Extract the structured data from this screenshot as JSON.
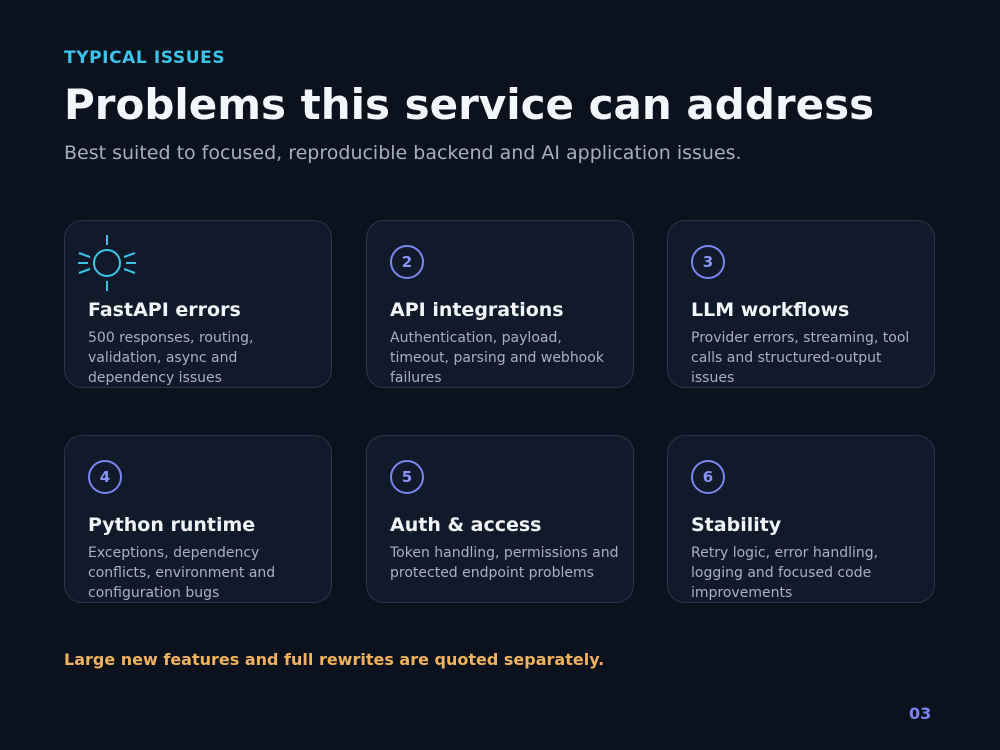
{
  "eyebrow": "TYPICAL ISSUES",
  "title": "Problems this service can address",
  "subtitle": "Best suited to focused, reproducible backend and AI application issues.",
  "cards": [
    {
      "badge": "",
      "icon": "sun-icon",
      "title": "FastAPI errors",
      "description": "500 responses, routing, validation, async and dependency issues"
    },
    {
      "badge": "2",
      "title": "API integrations",
      "description": "Authentication, payload, timeout, parsing and webhook failures"
    },
    {
      "badge": "3",
      "title": "LLM workflows",
      "description": "Provider errors, streaming, tool calls and structured-output issues"
    },
    {
      "badge": "4",
      "title": "Python runtime",
      "description": "Exceptions, dependency conflicts, environment and configuration bugs"
    },
    {
      "badge": "5",
      "title": "Auth & access",
      "description": "Token handling, permissions and protected endpoint problems"
    },
    {
      "badge": "6",
      "title": "Stability",
      "description": "Retry logic, error handling, logging and focused code improvements"
    }
  ],
  "footnote": "Large new features and full rewrites are quoted separately.",
  "page_number": "03",
  "colors": {
    "background": "#0b111d",
    "card": "#101a2b",
    "eyebrow": "#3cc3ea",
    "accent": "#7b86ef",
    "footnote": "#f0b25d"
  }
}
